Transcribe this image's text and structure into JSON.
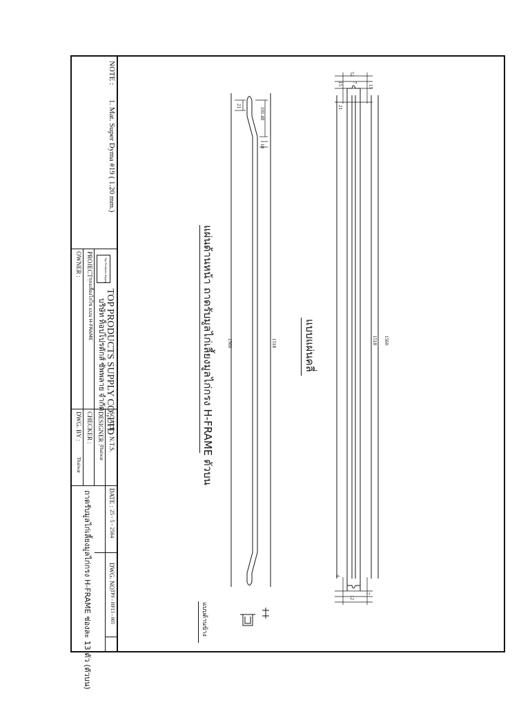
{
  "note": {
    "label": "NOTE :",
    "item1": "1. Mat. Super Dyma #19 ( 1.20 mm.)"
  },
  "company": {
    "name_en": "TOP PRODUCTS SUPPLY CO.,LTD",
    "name_th": "บริษัท ท็อปโปรดักส์ ซัพพลาย จำกัด",
    "logo_text": "Top Products Supply"
  },
  "title_block": {
    "project_label": "PROJECT :",
    "project_value": "กรงเลี้ยงไก่ไข่ แบบ H-FRAME",
    "owner_label": "OWNER :",
    "owner_value": "",
    "scale_label": "SCALE :",
    "scale_value": "N.T.S.",
    "designer_label": "DESIGNER :",
    "designer_value": "Thaiwat",
    "checker_label": "CHECKER :",
    "checker_value": "",
    "dwg_by_label": "DWG. BY :",
    "dwg_by_value": "Thaiwat",
    "date_label": "DATE :",
    "date_value": "25 - 5 - 2564",
    "dwg_no_label": "DWG. NO.",
    "dwg_no_value": "TPS - HF13 - 005",
    "description": "ถาดรับมูลไก่เลี้ยงมูลไก่กรง H-FRAME ช่องละ 13 ตัว (ตัวบน)"
  },
  "drawing": {
    "main_title": "แผ่นด้านหน้า ถาดรับมูลไก่เลี้ยงมูลไก่กรง H-FRAME ตัวบน",
    "side_view_label": "แบบแผ่นคลี่",
    "end_view_label": "แบบด้านข้าง",
    "dims_front": [
      "21",
      "101.48",
      "10",
      "1560",
      "1518"
    ],
    "dims_flat": [
      "52",
      "15",
      "15",
      "7",
      "21",
      "1518",
      "1560",
      "4",
      "12",
      "7"
    ]
  }
}
